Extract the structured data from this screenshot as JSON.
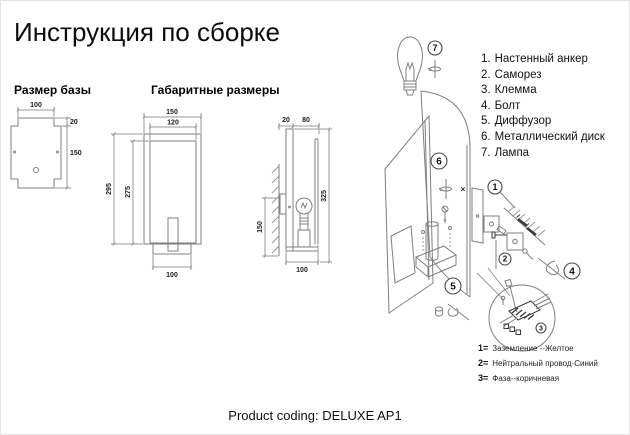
{
  "page": {
    "title": "Инструкция по сборке",
    "product_coding": "Product coding: DELUXE AP1"
  },
  "base_diagram": {
    "label": "Размер базы",
    "width": "100",
    "tab_height": "20",
    "height": "150"
  },
  "overall_dimensions": {
    "label": "Габаритные размеры",
    "front_view": {
      "outer_width": "150",
      "inner_width": "120",
      "outer_height": "295",
      "inner_height": "275",
      "bottom_width": "100"
    },
    "side_view": {
      "back_depth": "20",
      "body_depth": "80",
      "height": "325",
      "mount_height": "150",
      "bottom_depth": "100"
    }
  },
  "exploded_view": {
    "callout_1": "1",
    "callout_2": "2",
    "callout_3": "3",
    "callout_4": "4",
    "callout_5": "5",
    "callout_6": "6",
    "callout_7": "7",
    "cross_mark": "×"
  },
  "parts_list": {
    "items": [
      {
        "num": "1.",
        "label": "Настенный анкер"
      },
      {
        "num": "2.",
        "label": "Саморез"
      },
      {
        "num": "3.",
        "label": "Клемма"
      },
      {
        "num": "4.",
        "label": "Болт"
      },
      {
        "num": "5.",
        "label": "Диффузор"
      },
      {
        "num": "6.",
        "label": "Металлический диск"
      },
      {
        "num": "7.",
        "label": "Лампа"
      }
    ]
  },
  "wiring_legend": {
    "items": [
      {
        "num": "1=",
        "label": "Заземление --Желтое"
      },
      {
        "num": "2=",
        "label": "Нейтральный провод-Синий"
      },
      {
        "num": "3=",
        "label": "Фаза--коричневая"
      }
    ]
  }
}
